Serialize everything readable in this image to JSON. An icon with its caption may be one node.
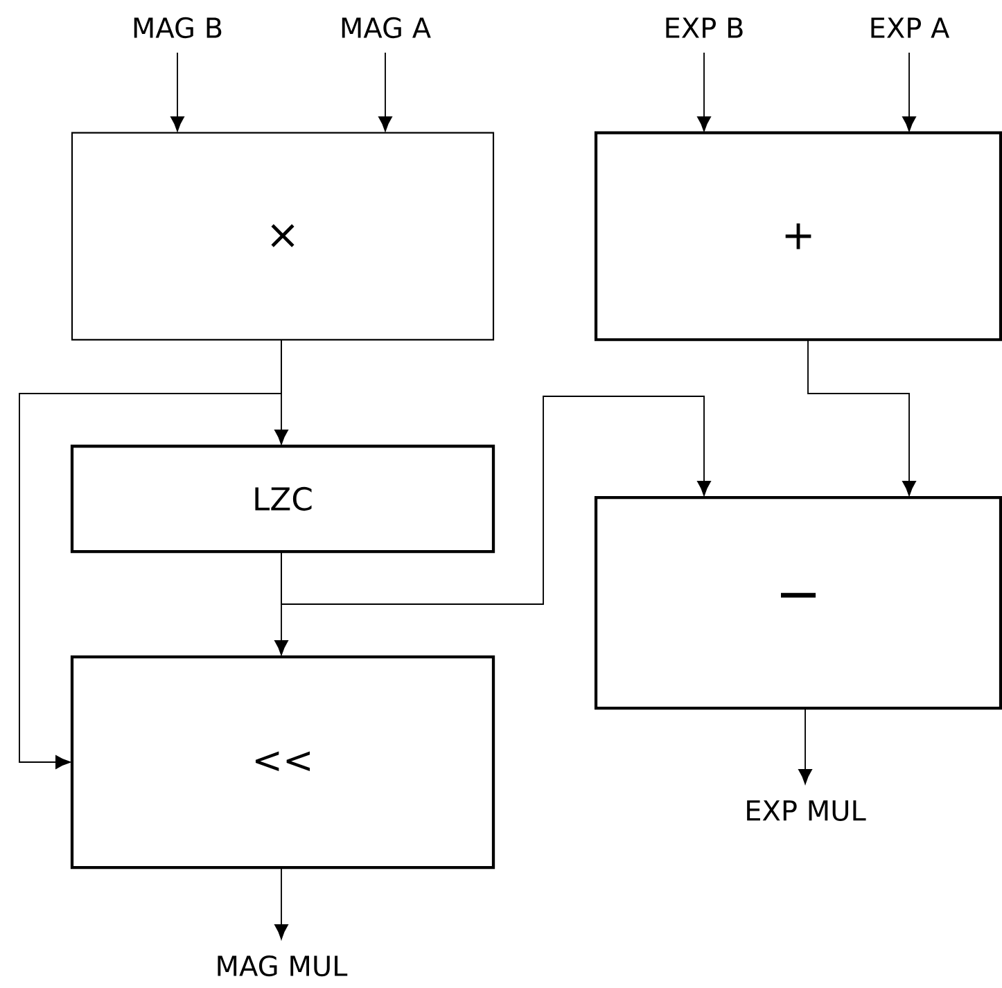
{
  "diagram": {
    "nodes": [
      {
        "text": [
          "MAG B"
        ]
      },
      {
        "text": [
          "MAG A"
        ]
      },
      {
        "text": [
          "EXP B"
        ]
      },
      {
        "text": [
          "EXP A"
        ]
      },
      {
        "text": [
          "×"
        ]
      },
      {
        "text": [
          "+"
        ]
      },
      {
        "text": [
          "LZC"
        ]
      },
      {
        "text": [
          "−"
        ]
      },
      {
        "text": [
          "<<"
        ]
      },
      {
        "text": [
          "EXP MUL"
        ]
      },
      {
        "text": [
          "MAG MUL"
        ]
      }
    ],
    "edges": [
      {
        "from": 0,
        "to": 4,
        "arrow": "to"
      },
      {
        "from": 1,
        "to": 4,
        "arrow": "to"
      },
      {
        "from": 2,
        "to": 5,
        "arrow": "to"
      },
      {
        "from": 3,
        "to": 5,
        "arrow": "to"
      },
      {
        "from": 4,
        "to": 6,
        "arrow": "to"
      },
      {
        "from": 4,
        "to": 8,
        "arrow": "to"
      },
      {
        "from": 5,
        "to": 7,
        "arrow": "to"
      },
      {
        "from": 6,
        "to": 8,
        "arrow": "to"
      },
      {
        "from": 6,
        "to": 7,
        "arrow": "to"
      },
      {
        "from": 7,
        "to": 9,
        "arrow": "to"
      },
      {
        "from": 8,
        "to": 10,
        "arrow": "to"
      }
    ]
  }
}
